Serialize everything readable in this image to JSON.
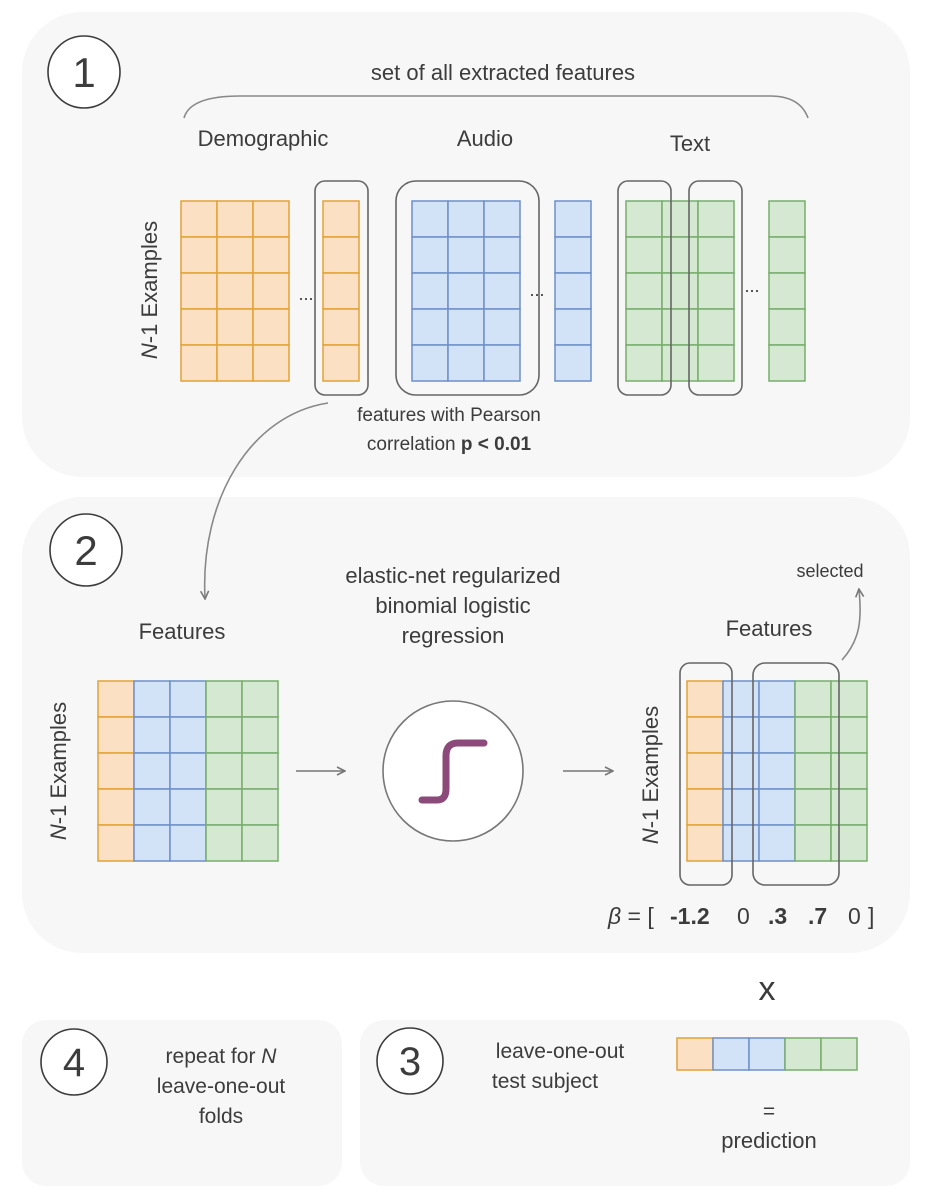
{
  "step1": {
    "number": "1",
    "brace_label": "set of all extracted features",
    "groups": [
      {
        "label": "Demographic",
        "color": "#d5722c",
        "fill": "#fbe0c4",
        "stroke": "#e2a235"
      },
      {
        "label": "Audio",
        "color": "#2f7fd8",
        "fill": "#d3e3f7",
        "stroke": "#6e8fc9"
      },
      {
        "label": "Text",
        "color": "#2e9b2e",
        "fill": "#d5e9d2",
        "stroke": "#77ad6b"
      }
    ],
    "row_axis_label_italic": "N",
    "row_axis_label_rest": "-1 Examples",
    "ellipsis": "...",
    "selection_note_line1": "features with Pearson",
    "selection_note_line2_prefix": "correlation ",
    "selection_note_line2_bold": "p < 0.01"
  },
  "step2": {
    "number": "2",
    "features_label_left": "Features",
    "row_axis_label_italic": "N",
    "row_axis_label_rest": "-1 Examples",
    "model_line1": "elastic-net regularized",
    "model_line2": "binomial logistic",
    "model_line3": "regression",
    "features_label_right": "Features",
    "selected_label": "selected",
    "beta_symbol": "β",
    "beta_prefix": " = [ ",
    "beta_values": [
      {
        "value": "-1.2",
        "bold": true
      },
      {
        "value": "0",
        "bold": false
      },
      {
        "value": ".3",
        "bold": true
      },
      {
        "value": ".7",
        "bold": true
      },
      {
        "value": "0",
        "bold": false
      }
    ],
    "beta_suffix": "]",
    "sigmoid_color": "#8c4a7a"
  },
  "step3": {
    "number": "3",
    "multiply_symbol": "x",
    "test_line1": "leave-one-out",
    "test_line2": "test subject",
    "equals": "=",
    "prediction": "prediction"
  },
  "step4": {
    "number": "4",
    "line1_prefix": "repeat for ",
    "line1_italic": "N",
    "line2": "leave-one-out",
    "line3": "folds"
  }
}
